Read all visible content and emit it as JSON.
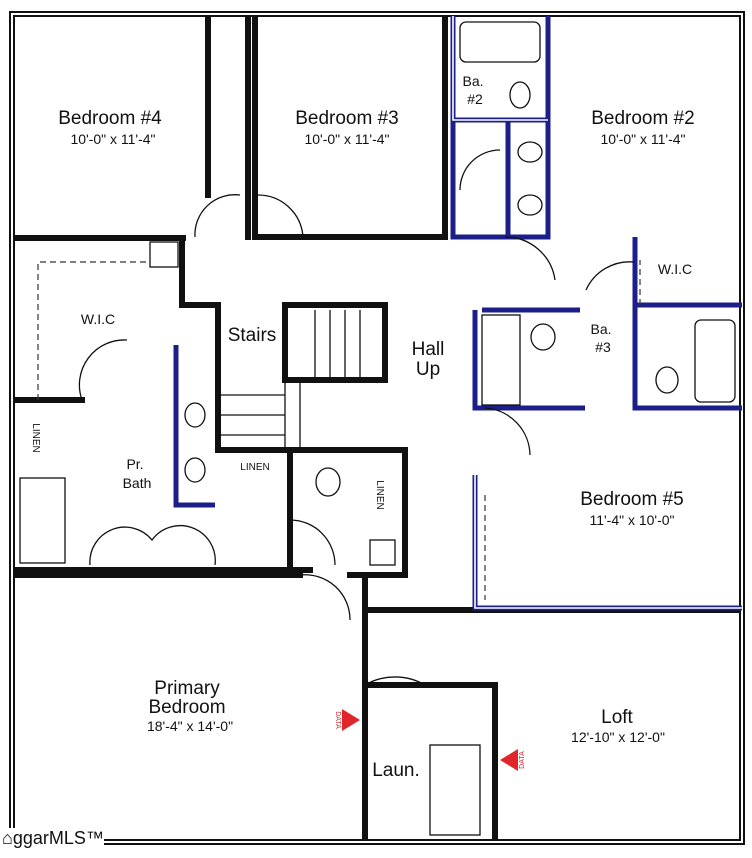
{
  "rooms": {
    "bedroom4": {
      "name": "Bedroom #4",
      "dims": "10'-0\" x 11'-4\""
    },
    "bedroom3": {
      "name": "Bedroom #3",
      "dims": "10'-0\" x 11'-4\""
    },
    "bath2": {
      "line1": "Ba.",
      "line2": "#2"
    },
    "bedroom2": {
      "name": "Bedroom #2",
      "dims": "10'-0\" x 11'-4\""
    },
    "wic_left": {
      "name": "W.I.C"
    },
    "wic_right": {
      "name": "W.I.C"
    },
    "stairs": {
      "name": "Stairs"
    },
    "hall": {
      "line1": "Hall",
      "line2": "Up"
    },
    "bath3": {
      "line1": "Ba.",
      "line2": "#3"
    },
    "linen1": {
      "name": "LINEN"
    },
    "linen2": {
      "name": "LINEN"
    },
    "linen3": {
      "name": "LINEN"
    },
    "primary_bath": {
      "line1": "Pr.",
      "line2": "Bath"
    },
    "bedroom5": {
      "name": "Bedroom #5",
      "dims": "11'-4\" x 10'-0\""
    },
    "primary_bedroom": {
      "line1": "Primary",
      "line2": "Bedroom",
      "dims": "18'-4\" x 14'-0\""
    },
    "loft": {
      "name": "Loft",
      "dims": "12'-10\" x 12'-0\""
    },
    "laundry": {
      "name": "Laun."
    }
  },
  "markers": {
    "data1": "DATA",
    "data2": "DATA"
  },
  "logo": {
    "text": "ggarMLS™"
  },
  "colors": {
    "wall": "#111111",
    "blue_wall": "#1c1f8a",
    "marker": "#e0262b"
  }
}
